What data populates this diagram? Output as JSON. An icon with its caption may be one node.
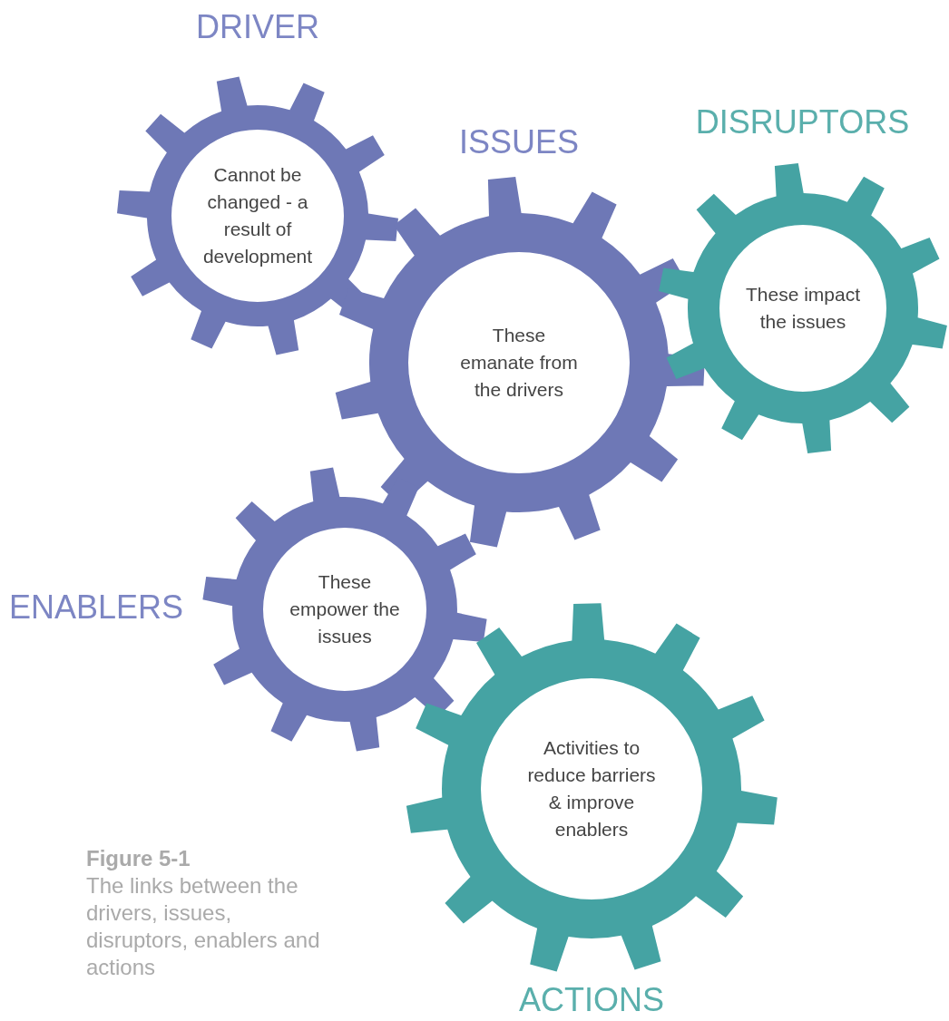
{
  "diagram": {
    "caption": "**Figure 5-1** The links between the drivers, issues, disruptors, enablers and actions",
    "nodes": [
      {
        "text": [
          "DRIVER",
          "Cannot be changed - a result of development"
        ]
      },
      {
        "text": [
          "ISSUES",
          "These emanate from the drivers"
        ]
      },
      {
        "text": [
          "DISRUPTORS",
          "These impact the issues"
        ]
      },
      {
        "text": [
          "ENABLERS",
          "These empower the issues"
        ]
      },
      {
        "text": [
          "Activities to reduce barriers & improve enablers",
          "ACTIONS"
        ]
      }
    ]
  }
}
